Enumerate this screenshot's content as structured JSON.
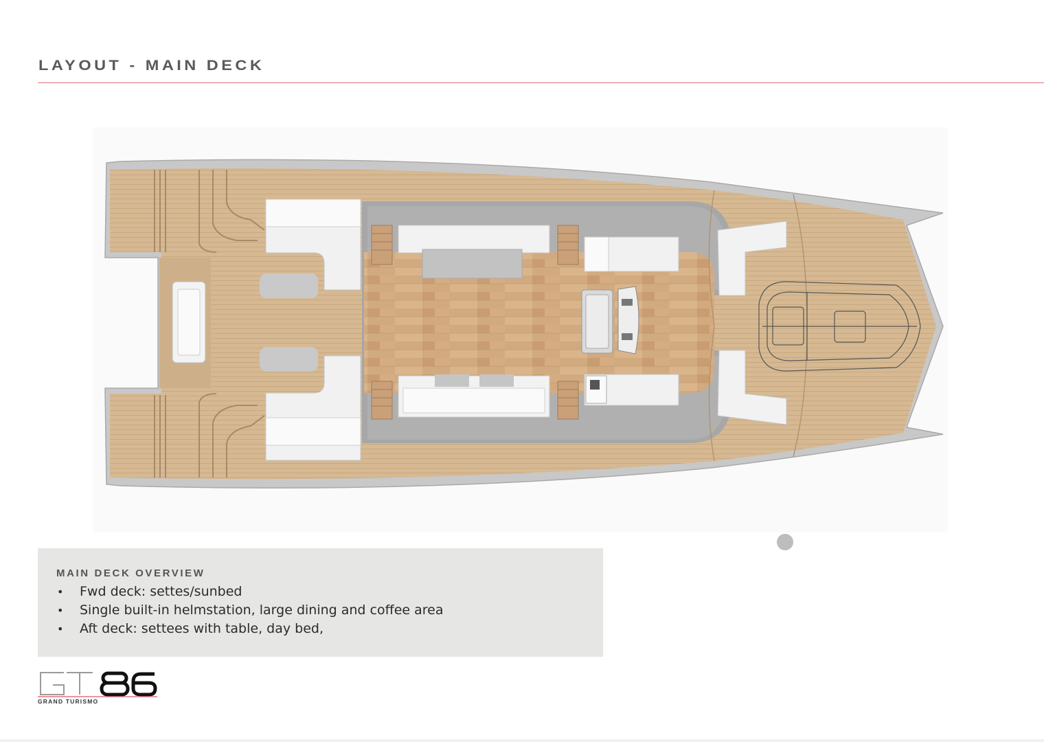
{
  "header": {
    "title": "LAYOUT - MAIN DECK"
  },
  "colors": {
    "accent": "#e0727a",
    "teak": "#d3b58e",
    "sole": "#cfa57c",
    "cockpit": "#a4a4a4",
    "cushion": "#f2f2f2",
    "panel": "#e6e6e4"
  },
  "overview": {
    "title": "MAIN DECK OVERVIEW",
    "items": [
      {
        "bullet": "•",
        "text": "Fwd deck: settes/sunbed"
      },
      {
        "bullet": "•",
        "text": "Single built-in helmstation, large dining and coffee area"
      },
      {
        "bullet": "•",
        "text": "Aft deck: settees with table, day bed,"
      }
    ]
  },
  "logo": {
    "mark": "GT86",
    "tagline": "GRAND TURISMO"
  }
}
